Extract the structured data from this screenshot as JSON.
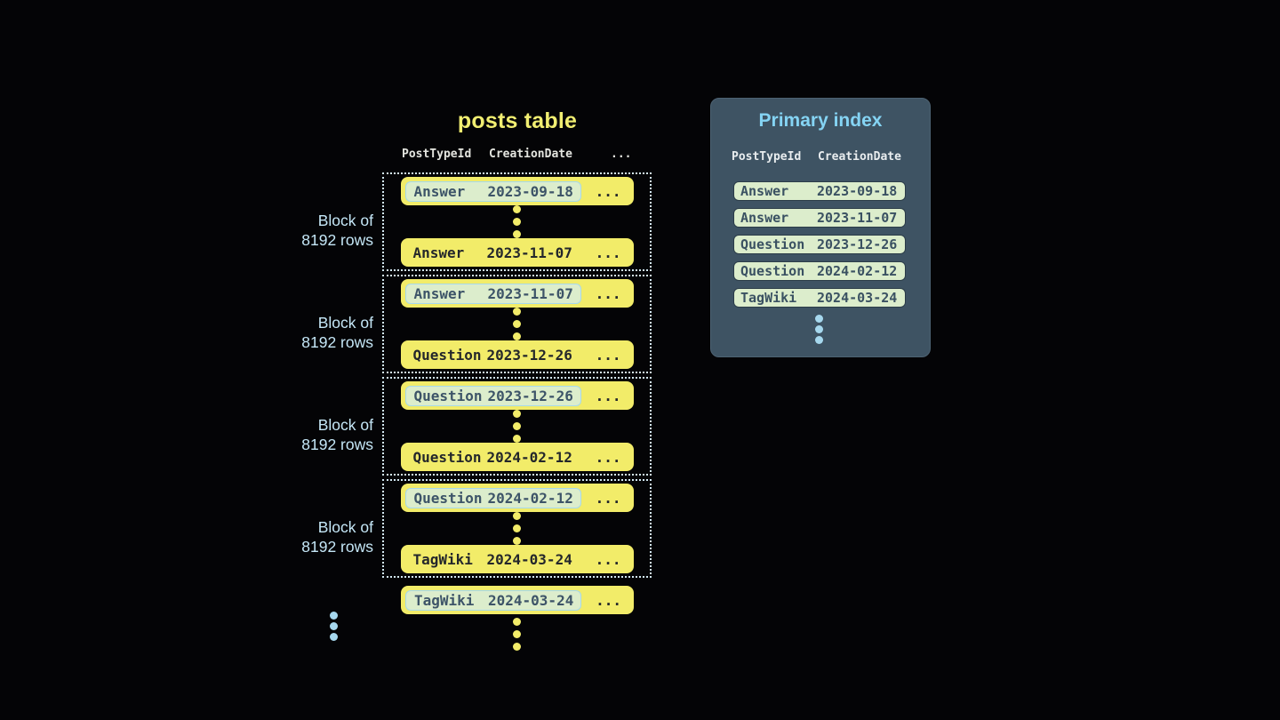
{
  "colors": {
    "background": "#040406",
    "row_yellow": "#f2ec69",
    "row_text_dark": "#24272b",
    "highlight_fill": "#dcedcc",
    "highlight_border": "#a6d9eb",
    "highlight_text": "#3d5468",
    "dotted_border": "#d3e8f3",
    "block_label_blue": "#c5e7f7",
    "header_text": "#e4e5df",
    "panel_background": "#3e5363",
    "panel_title_blue": "#85d4f4",
    "index_row_border": "#2b3c48",
    "blue_dot": "#a6d8ee"
  },
  "posts_table": {
    "title": "posts table",
    "headers": {
      "col1": "PostTypeId",
      "col2": "CreationDate",
      "col3": "..."
    },
    "ellipsis": "...",
    "block_label_line1": "Block of",
    "block_label_line2": "8192 rows",
    "blocks": [
      {
        "first": {
          "type": "Answer",
          "date": "2023-09-18"
        },
        "last": {
          "type": "Answer",
          "date": "2023-11-07"
        }
      },
      {
        "first": {
          "type": "Answer",
          "date": "2023-11-07"
        },
        "last": {
          "type": "Question",
          "date": "2023-12-26"
        }
      },
      {
        "first": {
          "type": "Question",
          "date": "2023-12-26"
        },
        "last": {
          "type": "Question",
          "date": "2024-02-12"
        }
      },
      {
        "first": {
          "type": "Question",
          "date": "2024-02-12"
        },
        "last": {
          "type": "TagWiki",
          "date": "2024-03-24"
        }
      }
    ],
    "overflow_row": {
      "type": "TagWiki",
      "date": "2024-03-24"
    }
  },
  "primary_index": {
    "title": "Primary index",
    "headers": {
      "col1": "PostTypeId",
      "col2": "CreationDate"
    },
    "rows": [
      {
        "type": "Answer",
        "date": "2023-09-18"
      },
      {
        "type": "Answer",
        "date": "2023-11-07"
      },
      {
        "type": "Question",
        "date": "2023-12-26"
      },
      {
        "type": "Question",
        "date": "2024-02-12"
      },
      {
        "type": "TagWiki",
        "date": "2024-03-24"
      }
    ]
  }
}
